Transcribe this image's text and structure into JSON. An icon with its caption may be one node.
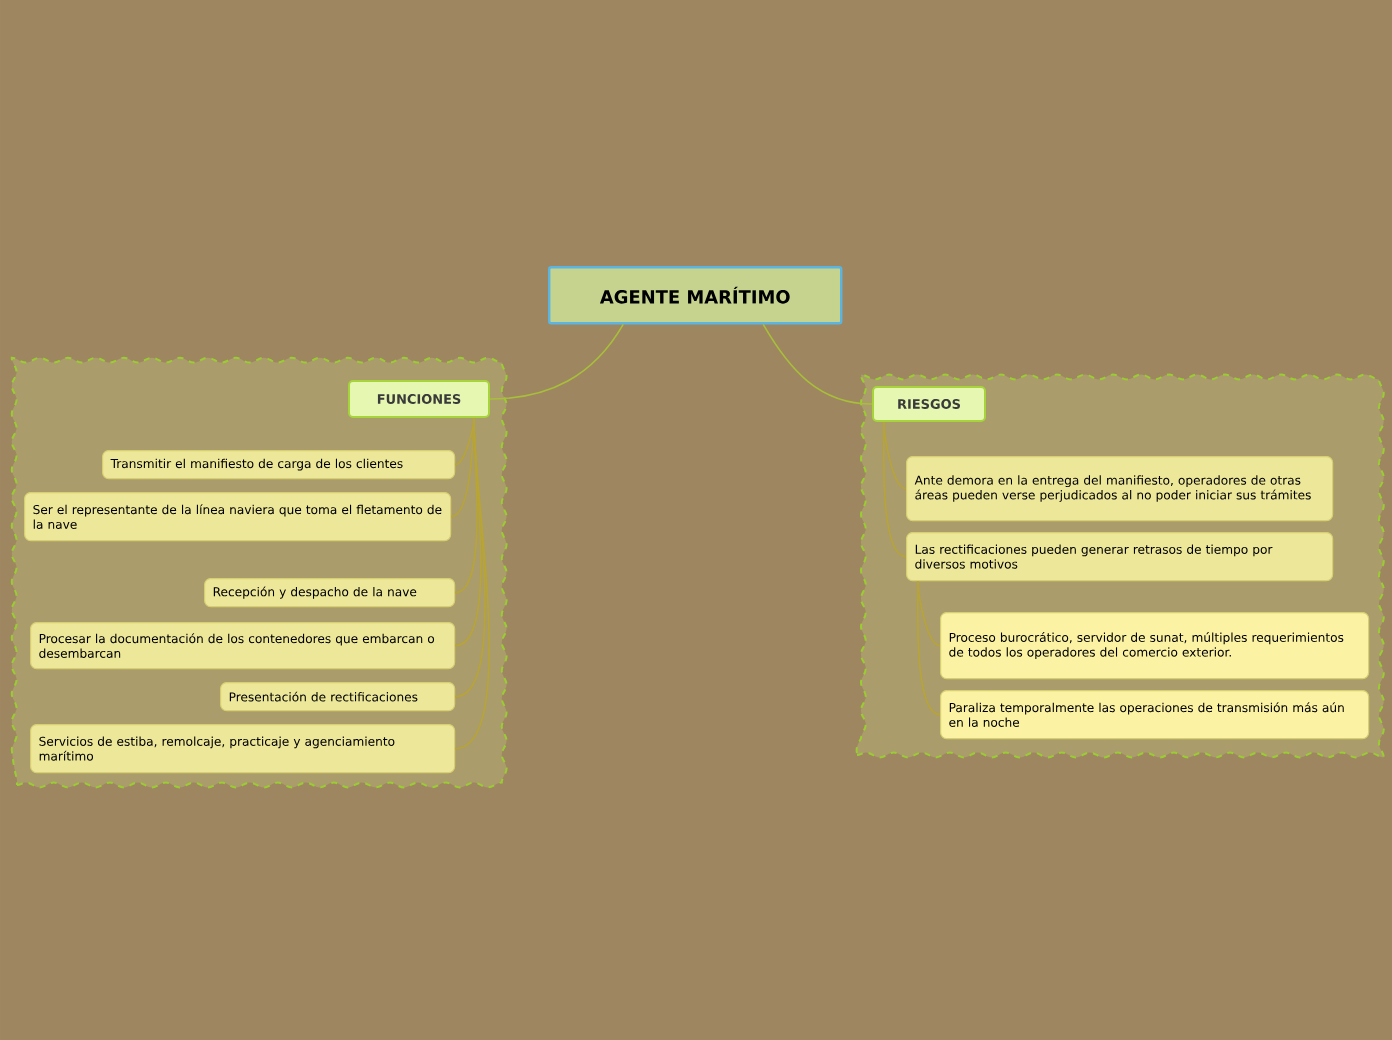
{
  "diagram": {
    "nodes": [
      {
        "text": [
          "AGENTE MARÍTIMO"
        ]
      },
      {
        "text": [],
        "shape": "box"
      },
      {
        "text": [
          "FUNCIONES"
        ],
        "in": 1
      },
      {
        "text": [
          "Transmitir el manifiesto de carga de los clientes"
        ],
        "in": 1
      },
      {
        "text": [
          "Ser el representante de la línea naviera que toma el fletamento de la nave"
        ],
        "in": 1
      },
      {
        "text": [
          "Recepción y despacho de la nave"
        ],
        "in": 1
      },
      {
        "text": [
          "Procesar la documentación de los contenedores que embarcan o desembarcan"
        ],
        "in": 1
      },
      {
        "text": [
          "Presentación de rectificaciones"
        ],
        "in": 1
      },
      {
        "text": [
          "Servicios de estiba, remolcaje, practicaje y agenciamiento marítimo"
        ],
        "in": 1
      },
      {
        "text": [],
        "shape": "box"
      },
      {
        "text": [
          "RIESGOS"
        ],
        "in": 9
      },
      {
        "text": [
          "Ante demora en la entrega del manifiesto, operadores de otras  áreas pueden verse perjudicados al no poder iniciar sus trámites"
        ],
        "in": 9
      },
      {
        "text": [
          "Las rectificaciones pueden generar retrasos de tiempo por diversos motivos"
        ],
        "in": 9
      },
      {
        "text": [
          "Proceso burocrático, servidor de sunat, múltiples requerimientos de todos los operadores del comercio exterior."
        ],
        "in": 9
      },
      {
        "text": [
          "Paraliza temporalmente las operaciones de transmisión más aún en la noche"
        ],
        "in": 9
      }
    ],
    "edges": [
      {
        "from": 0,
        "to": 2,
        "arrow": "none",
        "color": "#a8bf3a"
      },
      {
        "from": 0,
        "to": 10,
        "arrow": "none",
        "color": "#a8bf3a"
      },
      {
        "from": 2,
        "to": 3,
        "arrow": "none"
      },
      {
        "from": 2,
        "to": 4,
        "arrow": "none"
      },
      {
        "from": 2,
        "to": 5,
        "arrow": "none"
      },
      {
        "from": 2,
        "to": 6,
        "arrow": "none"
      },
      {
        "from": 2,
        "to": 7,
        "arrow": "none"
      },
      {
        "from": 2,
        "to": 8,
        "arrow": "none"
      },
      {
        "from": 10,
        "to": 11,
        "arrow": "none"
      },
      {
        "from": 10,
        "to": 12,
        "arrow": "none"
      },
      {
        "from": 12,
        "to": 13,
        "arrow": "none"
      },
      {
        "from": 12,
        "to": 14,
        "arrow": "none"
      }
    ]
  }
}
